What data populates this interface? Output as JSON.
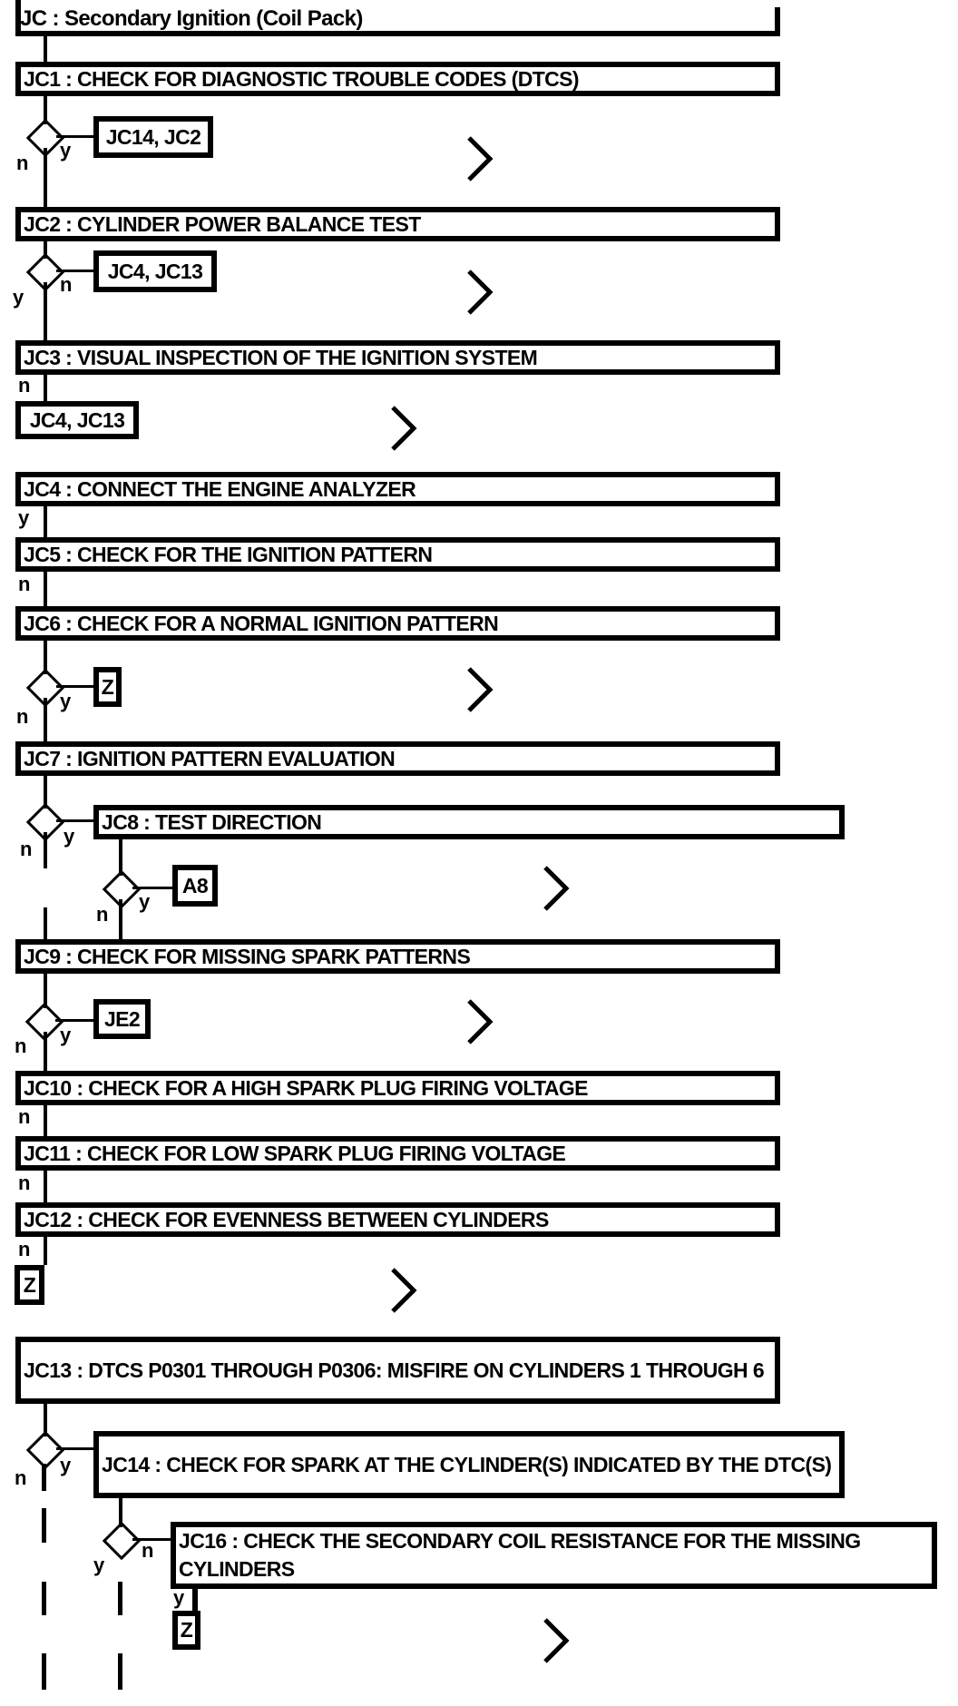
{
  "diagram": {
    "title": "JC : Secondary Ignition (Coil Pack)",
    "branch_labels": {
      "yes": "y",
      "no": "n"
    },
    "colors": {
      "ink": "#000000",
      "background": "#ffffff"
    },
    "steps": {
      "jc1": "JC1 : CHECK FOR DIAGNOSTIC TROUBLE CODES (DTCS)",
      "jc2": "JC2 : CYLINDER POWER BALANCE TEST",
      "jc3": "JC3 : VISUAL INSPECTION OF THE IGNITION SYSTEM",
      "jc4": "JC4 : CONNECT THE ENGINE ANALYZER",
      "jc5": "JC5 : CHECK FOR THE IGNITION PATTERN",
      "jc6": "JC6 : CHECK FOR A NORMAL IGNITION PATTERN",
      "jc7": "JC7 : IGNITION PATTERN EVALUATION",
      "jc8": "JC8 : TEST DIRECTION",
      "jc9": "JC9 : CHECK FOR MISSING SPARK PATTERNS",
      "jc10": "JC10 : CHECK FOR A HIGH SPARK PLUG FIRING VOLTAGE",
      "jc11": "JC11 : CHECK FOR LOW SPARK PLUG FIRING VOLTAGE",
      "jc12": "JC12 : CHECK FOR EVENNESS BETWEEN CYLINDERS",
      "jc13": "JC13 : DTCS P0301 THROUGH P0306: MISFIRE ON CYLINDERS 1 THROUGH 6",
      "jc14": "JC14 : CHECK FOR SPARK AT THE CYLINDER(S) INDICATED BY THE DTC(S)",
      "jc16": "JC16 : CHECK THE SECONDARY COIL RESISTANCE FOR THE MISSING CYLINDERS"
    },
    "references": {
      "after_jc1": "JC14, JC2",
      "after_jc2": "JC4, JC13",
      "after_jc3": "JC4, JC13",
      "after_jc6": "Z",
      "after_jc8": "A8",
      "after_jc9": "JE2",
      "after_jc12": "Z",
      "after_jc16": "Z"
    }
  }
}
